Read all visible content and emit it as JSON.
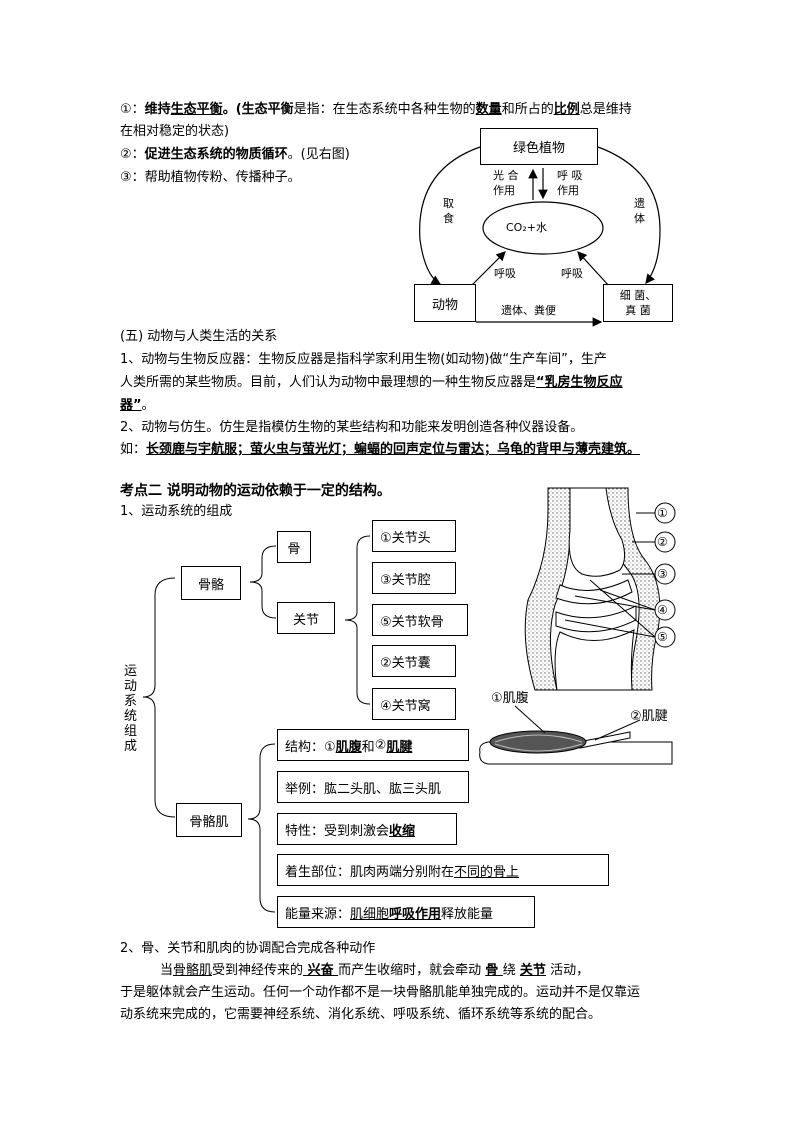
{
  "intro": {
    "item1_a": "①：",
    "item1_b": "维持",
    "item1_c": "生态平衡",
    "item1_d": "。(",
    "item1_e": "生态平衡",
    "item1_f": "是指：在生态系统中各种生物的",
    "item1_g": "数量",
    "item1_h": "和所占的",
    "item1_i": "比例",
    "item1_j": "总是维持",
    "item1_line2": "在相对稳定的状态)",
    "item2_a": "②：",
    "item2_b": "促进生态系统的物质循环",
    "item2_c": "。(见右图)",
    "item3": "③：帮助植物传粉、传播种子。"
  },
  "cycle": {
    "plant": "绿色植物",
    "photo1": "光 合",
    "photo2": "作用",
    "resp1": "呼 吸",
    "resp2": "作用",
    "feed1": "取",
    "feed2": "食",
    "remains1": "遗",
    "remains2": "体",
    "co2": "CO₂+水",
    "resp_left": "呼吸",
    "resp_right": "呼吸",
    "animal": "动物",
    "bottom": "遗体、粪便",
    "microbe1": "细 菌、",
    "microbe2": "真 菌"
  },
  "section5": {
    "title": "(五) 动物与人类生活的关系",
    "p1_line1": "1、动物与生物反应器：生物反应器是指科学家利用生物(如动物)做“生产车间”，生产",
    "p1_line2a": "人类所需的某些物质。目前，人们认为动物中最理想的一种生物反应器是",
    "p1_line2b": "“乳房生物反应",
    "p1_line3a": "器”",
    "p1_line3b": "。",
    "p2": "2、动物与仿生。仿生是指模仿生物的某些结构和功能来发明创造各种仪器设备。",
    "p3a": "如：",
    "p3b": "长颈鹿与宇航服；萤火虫与萤光灯；蝙蝠的回声定位与雷达；乌龟的背甲与薄壳建筑。"
  },
  "point2": {
    "title": "考点二     说明动物的运动依赖于一定的结构。",
    "sub1": "1、运动系统的组成",
    "root": "运动系统组成",
    "skeleton": "骨骼",
    "bone": "骨",
    "joint": "关节",
    "joint_parts": [
      "①关节头",
      "③关节腔",
      "⑤关节软骨",
      "②关节囊",
      "④关节窝"
    ],
    "muscle": "骨骼肌",
    "m_struct_a": "结构：①",
    "m_struct_b": " 肌腹 ",
    "m_struct_c": "和",
    "m_struct_d": "②",
    "m_struct_e": "肌腱",
    "m_example": "举例：肱二头肌、肱三头肌",
    "m_trait_a": "特性：受到刺激会",
    "m_trait_b": " 收缩 ",
    "m_attach_a": "着生部位：肌肉两端分别附在",
    "m_attach_b": "不同的骨上",
    "m_energy_a": "能量来源：",
    "m_energy_b": "肌细胞",
    "m_energy_c": "呼吸作用",
    "m_energy_d": "释放能量"
  },
  "joint_fig": {
    "labels": [
      "①",
      "②",
      "③",
      "④",
      "⑤"
    ]
  },
  "muscle_fig": {
    "belly": "①肌腹",
    "tendon": "②肌腱"
  },
  "point2b": {
    "sub2": "2、骨、关节和肌肉的协调配合完成各种动作",
    "l1a": "当",
    "l1b": "骨骼肌",
    "l1c": "受到神经传来的",
    "l1d": " 兴奋 ",
    "l1e": " 而产生收缩时，就会牵动 ",
    "l1f": " 骨 ",
    "l1g": "绕 ",
    "l1h": "关节",
    "l1i": "    活动，",
    "l2": "于是躯体就会产生运动。任何一个动作都不是一块骨骼肌能单独完成的。运动并不是仅靠运",
    "l3": "动系统来完成的，它需要神经系统、消化系统、呼吸系统、循环系统等系统的配合。"
  }
}
